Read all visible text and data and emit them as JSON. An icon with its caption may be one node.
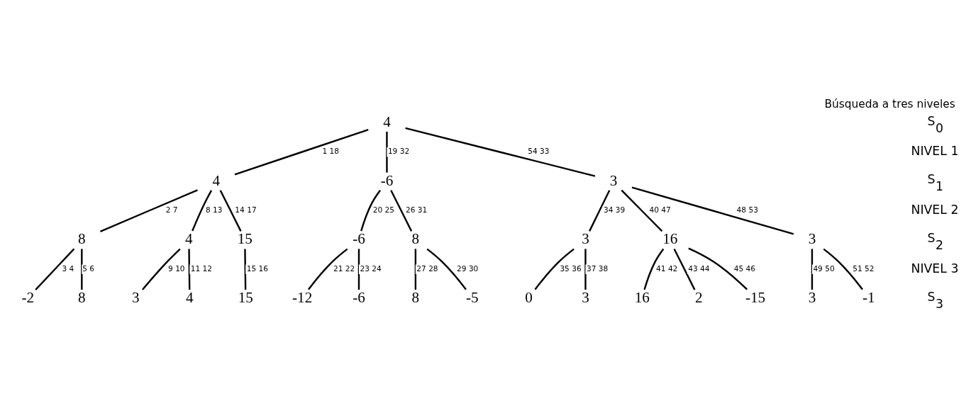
{
  "diagram": {
    "title": "Búsqueda a tres niveles",
    "nodes": [
      {
        "text": [
          "4"
        ]
      },
      {
        "text": [
          "4"
        ]
      },
      {
        "text": [
          "-6"
        ]
      },
      {
        "text": [
          "3"
        ]
      },
      {
        "text": [
          "8"
        ]
      },
      {
        "text": [
          "4"
        ]
      },
      {
        "text": [
          "15"
        ]
      },
      {
        "text": [
          "-6"
        ]
      },
      {
        "text": [
          "8"
        ]
      },
      {
        "text": [
          "3"
        ]
      },
      {
        "text": [
          "16"
        ]
      },
      {
        "text": [
          "3"
        ]
      },
      {
        "text": [
          "-2"
        ]
      },
      {
        "text": [
          "8"
        ]
      },
      {
        "text": [
          "3"
        ]
      },
      {
        "text": [
          "4"
        ]
      },
      {
        "text": [
          "15"
        ]
      },
      {
        "text": [
          "-12"
        ]
      },
      {
        "text": [
          "-6"
        ]
      },
      {
        "text": [
          "8"
        ]
      },
      {
        "text": [
          "-5"
        ]
      },
      {
        "text": [
          "0"
        ]
      },
      {
        "text": [
          "3"
        ]
      },
      {
        "text": [
          "16"
        ]
      },
      {
        "text": [
          "2"
        ]
      },
      {
        "text": [
          "-15"
        ]
      },
      {
        "text": [
          "3"
        ]
      },
      {
        "text": [
          "-1"
        ]
      }
    ],
    "edges": [
      {
        "from": 0,
        "to": 1,
        "arrow": "none",
        "label": "1 18"
      },
      {
        "from": 0,
        "to": 2,
        "arrow": "none",
        "label": "19 32"
      },
      {
        "from": 0,
        "to": 3,
        "arrow": "none",
        "label": "54 33"
      },
      {
        "from": 1,
        "to": 4,
        "arrow": "none",
        "label": "2 7"
      },
      {
        "from": 1,
        "to": 5,
        "arrow": "none",
        "label": "8 13"
      },
      {
        "from": 1,
        "to": 6,
        "arrow": "none",
        "label": "14 17"
      },
      {
        "from": 2,
        "to": 7,
        "arrow": "none",
        "label": "20 25"
      },
      {
        "from": 2,
        "to": 8,
        "arrow": "none",
        "label": "26 31"
      },
      {
        "from": 3,
        "to": 9,
        "arrow": "none",
        "label": "34 39"
      },
      {
        "from": 3,
        "to": 10,
        "arrow": "none",
        "label": "40 47"
      },
      {
        "from": 3,
        "to": 11,
        "arrow": "none",
        "label": "48 53"
      },
      {
        "from": 4,
        "to": 12,
        "arrow": "none",
        "label": "3 4"
      },
      {
        "from": 4,
        "to": 13,
        "arrow": "none",
        "label": "5 6"
      },
      {
        "from": 5,
        "to": 14,
        "arrow": "none",
        "label": "9 10"
      },
      {
        "from": 5,
        "to": 15,
        "arrow": "none",
        "label": "11 12"
      },
      {
        "from": 6,
        "to": 16,
        "arrow": "none",
        "label": "15 16"
      },
      {
        "from": 7,
        "to": 17,
        "arrow": "none",
        "label": "21 22"
      },
      {
        "from": 7,
        "to": 18,
        "arrow": "none",
        "label": "23 24"
      },
      {
        "from": 8,
        "to": 19,
        "arrow": "none",
        "label": "27 28"
      },
      {
        "from": 8,
        "to": 20,
        "arrow": "none",
        "label": "29 30"
      },
      {
        "from": 9,
        "to": 21,
        "arrow": "none",
        "label": "35 36"
      },
      {
        "from": 9,
        "to": 22,
        "arrow": "none",
        "label": "37 38"
      },
      {
        "from": 10,
        "to": 23,
        "arrow": "none",
        "label": "41 42"
      },
      {
        "from": 10,
        "to": 24,
        "arrow": "none",
        "label": "43 44"
      },
      {
        "from": 10,
        "to": 25,
        "arrow": "none",
        "label": "45 46"
      },
      {
        "from": 11,
        "to": 26,
        "arrow": "none",
        "label": "49 50"
      },
      {
        "from": 11,
        "to": 27,
        "arrow": "none",
        "label": "51 52"
      }
    ],
    "labels": [
      "S$_{0}$",
      "NIVEL 1",
      "S$_{1}$",
      "NIVEL 2",
      "S$_{2}$",
      "NIVEL 3",
      "S$_{3}$"
    ]
  }
}
